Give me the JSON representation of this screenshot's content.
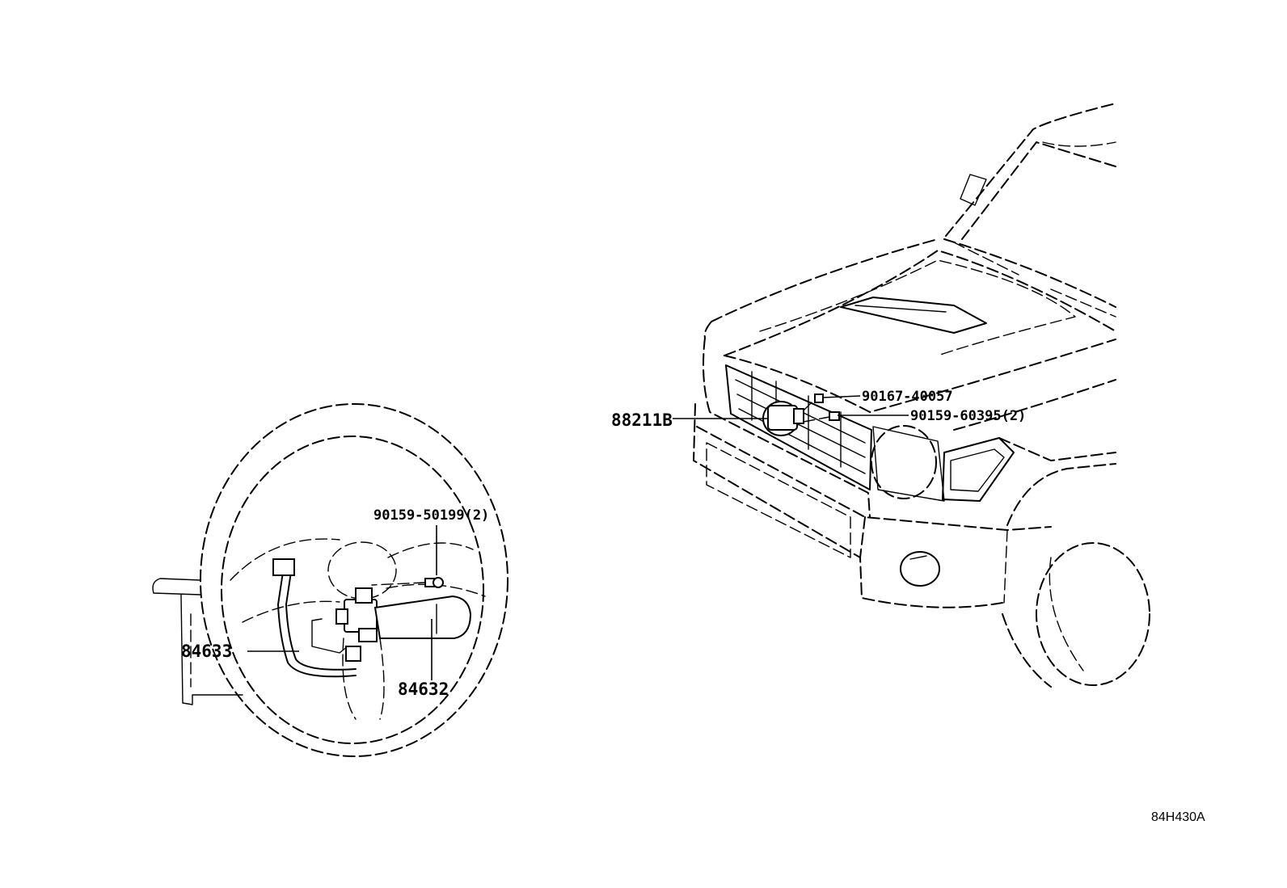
{
  "callouts": {
    "p84633": "84633",
    "p84632": "84632",
    "p90159_50199": "90159-50199(2)",
    "p88211B": "88211B",
    "p90167_40057": "90167-40057",
    "p90159_60395": "90159-60395(2)"
  },
  "illustration_code": "84H430A"
}
